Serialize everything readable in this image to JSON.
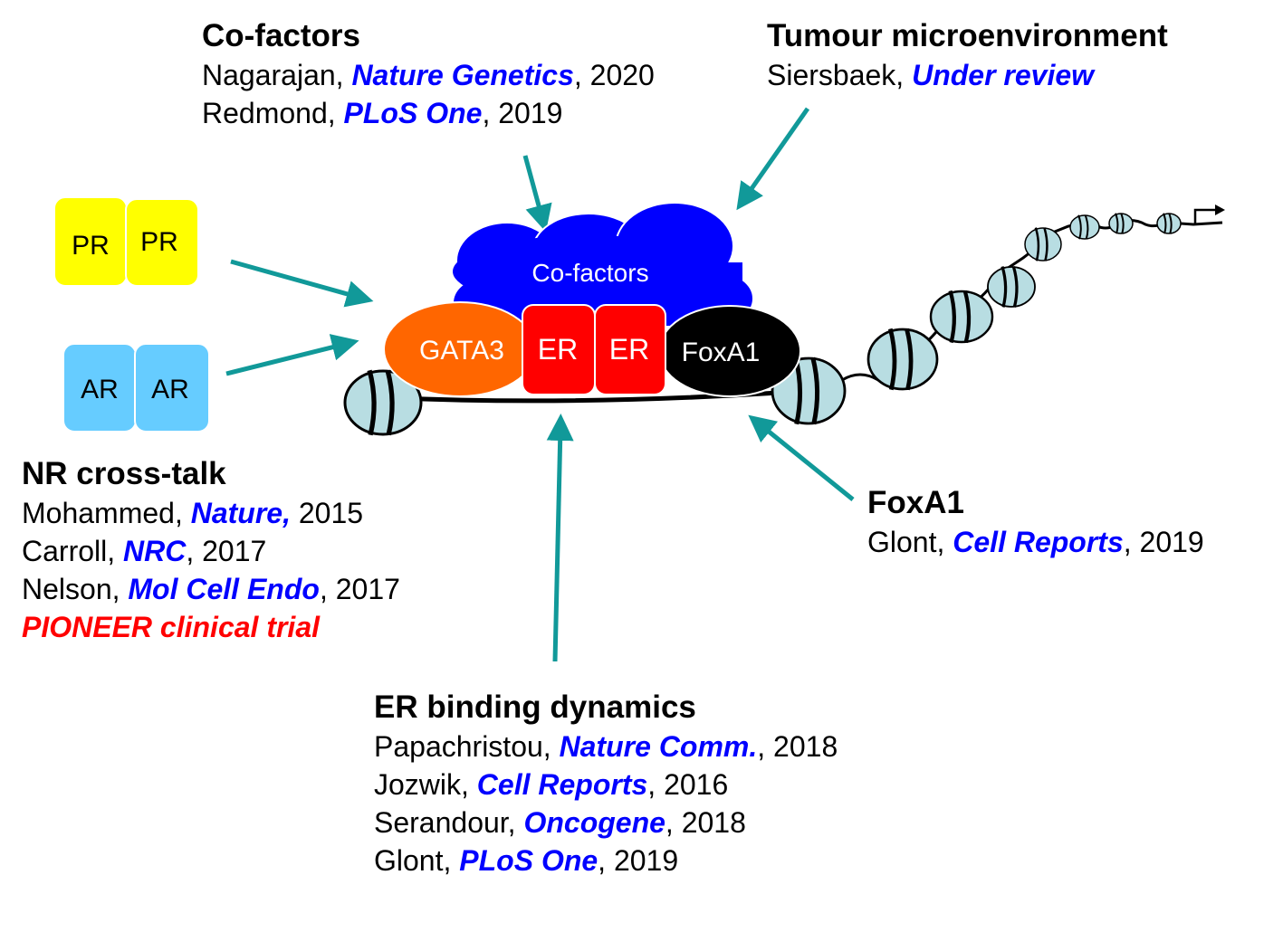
{
  "colors": {
    "journal": "#0000ff",
    "trial": "#ff0000",
    "arrow": "#119999",
    "cofactor_cloud": "#0000ff",
    "gata3": "#ff6600",
    "er": "#ff0000",
    "foxa1": "#000000",
    "pr": "#ffff00",
    "ar": "#66ccff",
    "nucleosome": "#b8dde2"
  },
  "complex": {
    "cloud_label": "Co-factors",
    "gata3_label": "GATA3",
    "er1_label": "ER",
    "er2_label": "ER",
    "foxa1_label": "FoxA1"
  },
  "receptors": {
    "pr": [
      "PR",
      "PR"
    ],
    "ar": [
      "AR",
      "AR"
    ]
  },
  "sections": {
    "cofactors": {
      "title": "Co-factors",
      "refs": [
        {
          "author": "Nagarajan, ",
          "journal": "Nature Genetics",
          "year": ", 2020"
        },
        {
          "author": "Redmond, ",
          "journal": "PLoS One",
          "year": ", 2019"
        }
      ]
    },
    "tumour": {
      "title": "Tumour microenvironment",
      "refs": [
        {
          "author": "Siersbaek, ",
          "journal": "Under review",
          "year": ""
        }
      ]
    },
    "nr_crosstalk": {
      "title": "NR cross-talk",
      "refs": [
        {
          "author": "Mohammed, ",
          "journal": "Nature,",
          "year": " 2015"
        },
        {
          "author": "Carroll, ",
          "journal": "NRC",
          "year": ", 2017"
        },
        {
          "author": "Nelson, ",
          "journal": "Mol Cell Endo",
          "year": ", 2017"
        }
      ],
      "trial": "PIONEER clinical trial"
    },
    "foxa1": {
      "title": "FoxA1",
      "refs": [
        {
          "author": "Glont, ",
          "journal": "Cell Reports",
          "year": ", 2019"
        }
      ]
    },
    "er_binding": {
      "title": "ER binding dynamics",
      "refs": [
        {
          "author": "Papachristou, ",
          "journal": "Nature Comm.",
          "year": ", 2018"
        },
        {
          "author": "Jozwik, ",
          "journal": "Cell Reports",
          "year": ", 2016"
        },
        {
          "author": "Serandour, ",
          "journal": "Oncogene",
          "year": ", 2018"
        },
        {
          "author": "Glont, ",
          "journal": "PLoS One",
          "year": ", 2019"
        }
      ]
    }
  }
}
